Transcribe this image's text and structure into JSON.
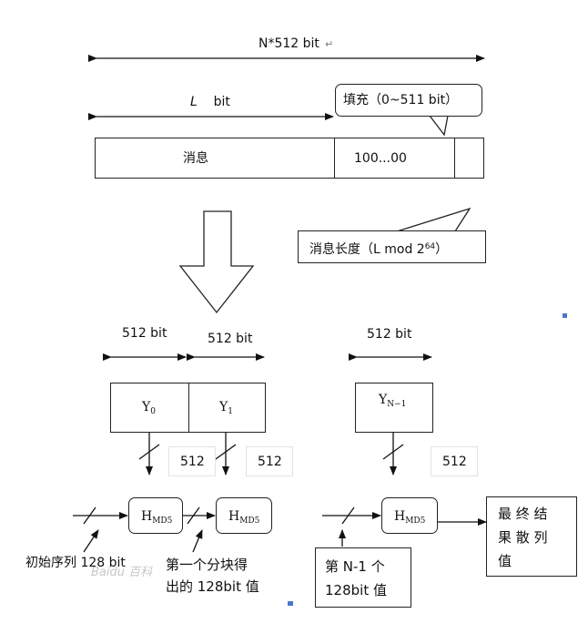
{
  "top": {
    "total_length": "N*512 bit",
    "l_label": "L",
    "l_unit": "bit",
    "padding_callout": "填充（0~511 bit）",
    "message_label": "消息",
    "padding_value": "100...00",
    "length_callout_prefix": "消息长度（L mod  2",
    "length_callout_exp": "64",
    "length_callout_suffix": "）"
  },
  "blocks": {
    "size_label_0": "512 bit",
    "size_label_1": "512 bit",
    "size_label_2": "512 bit",
    "y0_base": "Y",
    "y0_sub": "0",
    "y1_base": "Y",
    "y1_sub": "1",
    "yn_base": "Y",
    "yn_sub": "N−1",
    "width_0": "512",
    "width_1": "512",
    "width_2": "512"
  },
  "hash": {
    "h_base": "H",
    "h_sub": "MD5",
    "init_label": "初始序列 128 bit",
    "first_output_line1": "第一个分块得",
    "first_output_line2": "出的 128bit 值",
    "n1_line1": "第  N-1  个",
    "n1_line2": "128bit 值",
    "result_line1": "最 终 结",
    "result_line2": "果 散 列",
    "result_line3": "值"
  },
  "watermark": "Baidu 百科",
  "paragraph_mark": "↵"
}
